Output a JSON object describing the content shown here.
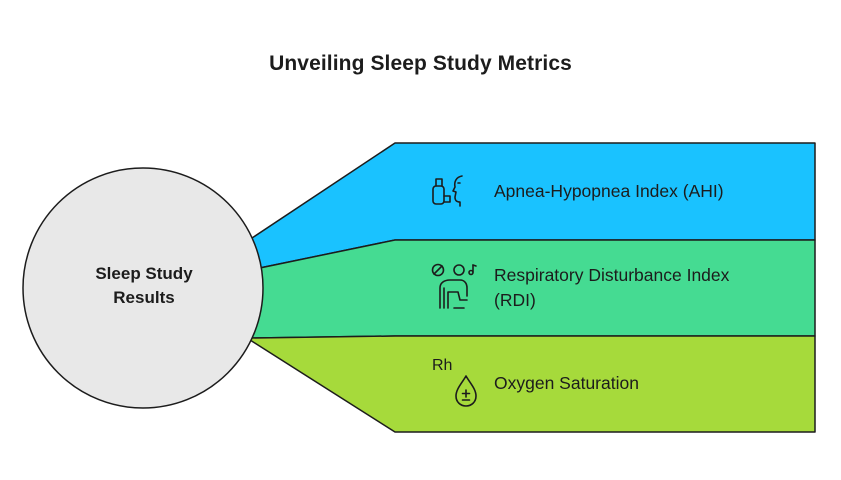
{
  "title": "Unveiling Sleep Study Metrics",
  "center": {
    "line1": "Sleep Study",
    "line2": "Results"
  },
  "bands": [
    {
      "label": "Apnea-Hypopnea Index (AHI)",
      "color": "#1ac2ff",
      "icon": "inhaler-face-icon"
    },
    {
      "label_line1": "Respiratory Disturbance Index",
      "label_line2": "(RDI)",
      "color": "#45db92",
      "icon": "person-sleeping-icon"
    },
    {
      "label": "Oxygen Saturation",
      "color": "#a6da3b",
      "icon": "oxygen-drop-icon",
      "icon_text": "Rh"
    }
  ]
}
